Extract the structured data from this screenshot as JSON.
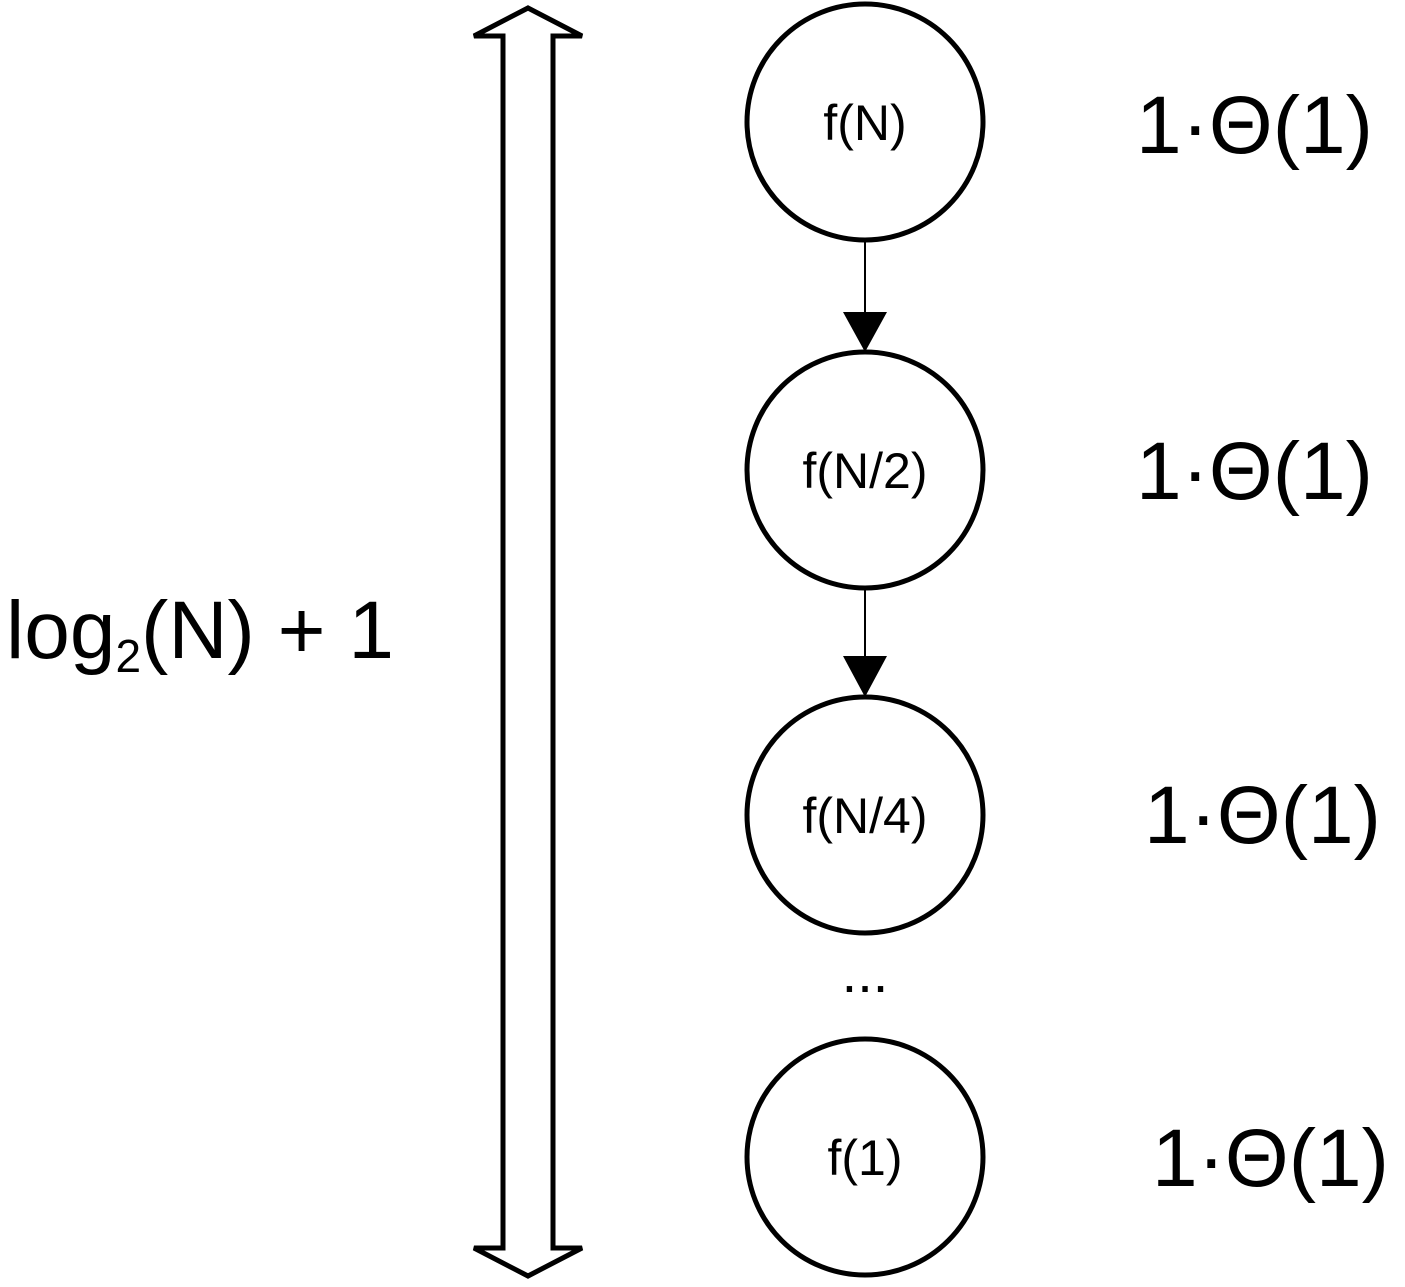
{
  "nodes": [
    {
      "label": "f(N)"
    },
    {
      "label": "f(N/2)"
    },
    {
      "label": "f(N/4)"
    },
    {
      "label": "f(1)"
    }
  ],
  "ellipsis": "...",
  "costs": [
    {
      "label": "1·Θ(1)"
    },
    {
      "label": "1·Θ(1)"
    },
    {
      "label": "1·Θ(1)"
    },
    {
      "label": "1·Θ(1)"
    }
  ],
  "height_label": {
    "prefix": "log",
    "subscript": "2",
    "suffix": "(N) + 1"
  },
  "colors": {
    "stroke": "#000000",
    "background": "#ffffff"
  }
}
